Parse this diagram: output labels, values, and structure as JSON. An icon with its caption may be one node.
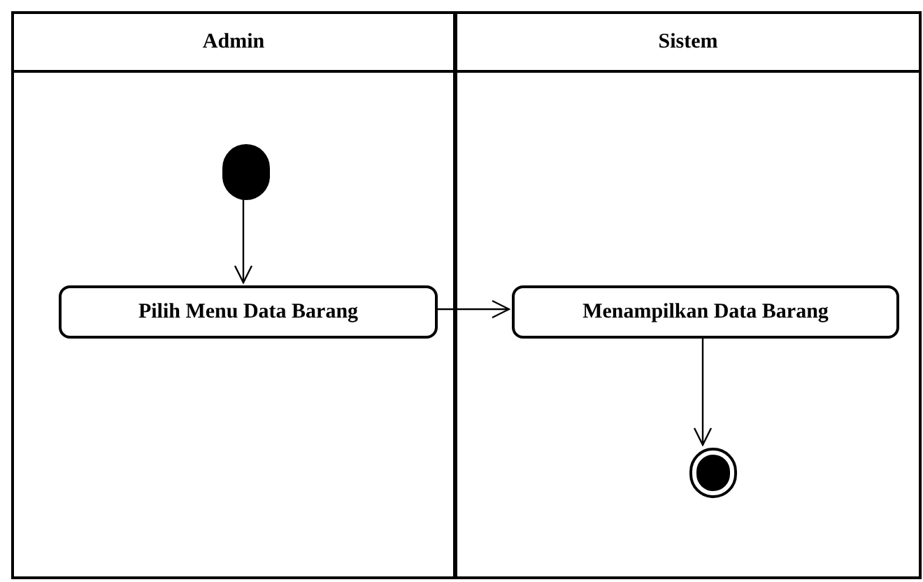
{
  "diagram": {
    "nodes": [
      {
        "text": [
          "Admin"
        ]
      },
      {
        "text": [
          "Sistem"
        ]
      },
      {
        "text": [],
        "shape": "circle",
        "in": 0
      },
      {
        "text": [
          "Pilih Menu Data Barang"
        ],
        "in": 0
      },
      {
        "text": [
          "Menampilkan Data Barang"
        ],
        "in": 1
      },
      {
        "text": [],
        "shape": "bullseye",
        "in": 1
      }
    ],
    "edges": [
      {
        "from": 2,
        "to": 3,
        "arrow": "to"
      },
      {
        "from": 3,
        "to": 4,
        "arrow": "to"
      },
      {
        "from": 4,
        "to": 5,
        "arrow": "to"
      }
    ]
  }
}
